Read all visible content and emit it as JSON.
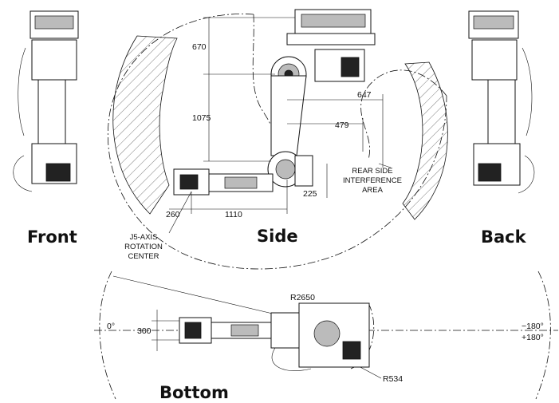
{
  "views": {
    "front": "Front",
    "side": "Side",
    "back": "Back",
    "bottom": "Bottom"
  },
  "dimensions": {
    "d670": "670",
    "d1075": "1075",
    "d647": "647",
    "d479": "479",
    "d225": "225",
    "d260": "260",
    "d1110": "1110",
    "d300": "300",
    "r2650": "R2650",
    "r534": "R534"
  },
  "notes": {
    "rear_line1": "REAR SIDE",
    "rear_line2": "INTERFERENCE",
    "rear_line3": "AREA",
    "j5_line1": "J5-AXIS",
    "j5_line2": "ROTATION",
    "j5_line3": "CENTER"
  },
  "angles": {
    "a0": "0°",
    "a_neg180": "−180°",
    "a_pos180": "+180°"
  }
}
